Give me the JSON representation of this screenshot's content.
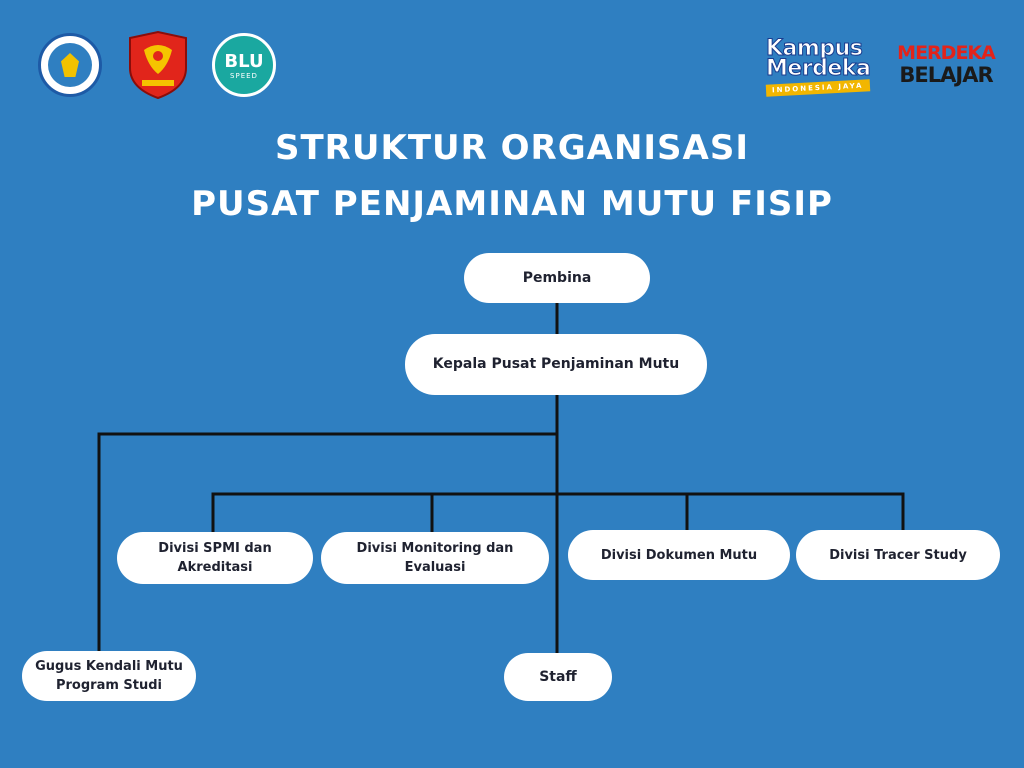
{
  "logos": [
    {
      "name": "tut-wuri-handayani-logo"
    },
    {
      "name": "university-emblem-logo"
    },
    {
      "name": "blu-logo",
      "text": "BLU",
      "sub": "SPEED"
    },
    {
      "name": "kampus-merdeka-logo",
      "line1": "Kampus",
      "line2": "Merdeka",
      "band": "INDONESIA JAYA"
    },
    {
      "name": "merdeka-belajar-logo",
      "line1": "MERDEKA",
      "line2": "BELAJAR"
    }
  ],
  "title": {
    "line1": "STRUKTUR ORGANISASI",
    "line2": "PUSAT PENJAMINAN MUTU FISIP"
  },
  "nodes": {
    "pembina": "Pembina",
    "kepala": "Kepala Pusat Penjaminan Mutu",
    "spmi": "Divisi SPMI dan Akreditasi",
    "monev": "Divisi Monitoring dan Evaluasi",
    "dokumen": "Divisi Dokumen Mutu",
    "tracer": "Divisi Tracer Study",
    "gugus_line1": "Gugus Kendali Mutu",
    "gugus_line2": "Program Studi",
    "staff": "Staff"
  },
  "colors": {
    "background": "#2f7fc1",
    "node": "#ffffff",
    "connector": "#111111",
    "text": "#1f2230"
  }
}
